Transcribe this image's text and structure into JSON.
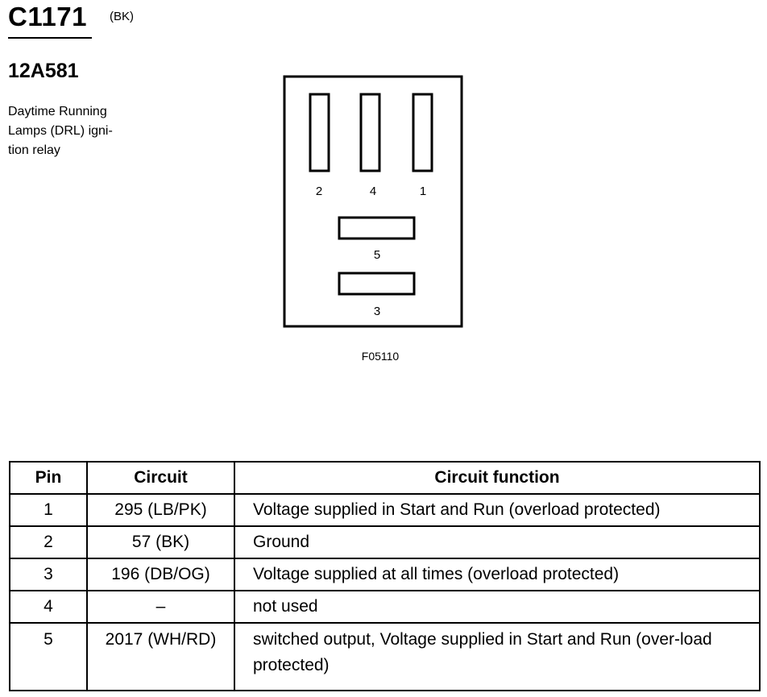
{
  "header": {
    "connector_id": "C1171",
    "connector_color": "(BK)",
    "part_number": "12A581",
    "description_lines": [
      "Daytime Running",
      "Lamps (DRL) igni-",
      "tion relay"
    ]
  },
  "figure": {
    "pin_labels": [
      "2",
      "4",
      "1",
      "5",
      "3"
    ],
    "figure_code": "F05110"
  },
  "table": {
    "headers": [
      "Pin",
      "Circuit",
      "Circuit function"
    ],
    "rows": [
      {
        "pin": "1",
        "circuit": "295 (LB/PK)",
        "function": "Voltage supplied in Start and Run (overload protected)"
      },
      {
        "pin": "2",
        "circuit": "57 (BK)",
        "function": "Ground"
      },
      {
        "pin": "3",
        "circuit": "196 (DB/OG)",
        "function": "Voltage supplied at all times (overload protected)"
      },
      {
        "pin": "4",
        "circuit": "–",
        "function": "not used"
      },
      {
        "pin": "5",
        "circuit": "2017 (WH/RD)",
        "function": "switched output, Voltage supplied in Start and Run (over-load protected)"
      }
    ]
  }
}
